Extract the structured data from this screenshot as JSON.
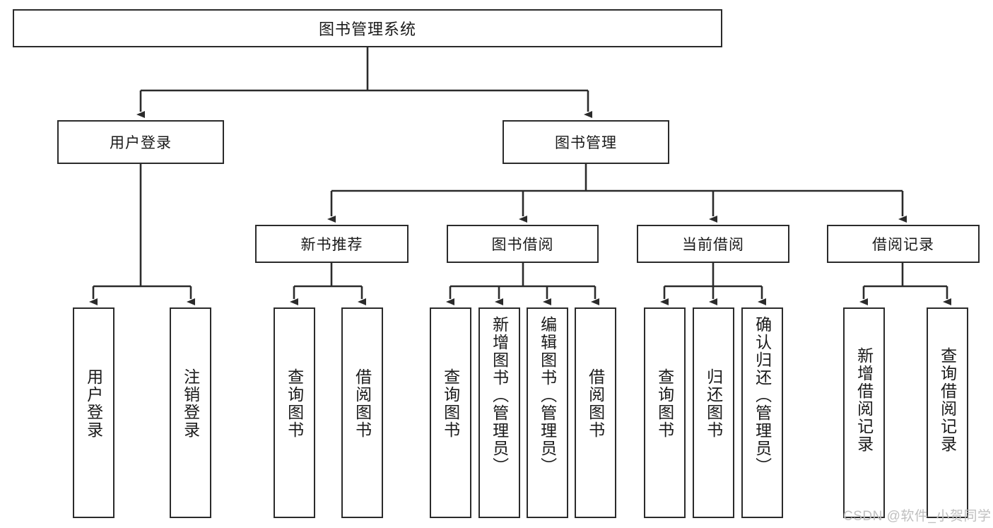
{
  "diagram": {
    "title": "图书管理系统",
    "type": "tree-hierarchy",
    "watermark": "CSDN @软件_小贺同学",
    "colors": {
      "stroke": "#2b2b2b",
      "fill": "#ffffff",
      "text": "#1a1a1a",
      "watermark": "#bfbfbf"
    },
    "nodes": {
      "root": {
        "label": "图书管理系统"
      },
      "level2": [
        {
          "id": "user-login",
          "label": "用户登录"
        },
        {
          "id": "book-manage",
          "label": "图书管理"
        }
      ],
      "level3": [
        {
          "id": "new-book-recommend",
          "label": "新书推荐"
        },
        {
          "id": "book-borrow",
          "label": "图书借阅"
        },
        {
          "id": "current-borrow",
          "label": "当前借阅"
        },
        {
          "id": "borrow-record",
          "label": "借阅记录"
        }
      ],
      "leaves": {
        "user-login": [
          {
            "id": "leaf-user-login",
            "label": "用户登录"
          },
          {
            "id": "leaf-logout",
            "label": "注销登录"
          }
        ],
        "new-book-recommend": [
          {
            "id": "leaf-query-book-1",
            "label": "查询图书"
          },
          {
            "id": "leaf-borrow-book-1",
            "label": "借阅图书"
          }
        ],
        "book-borrow": [
          {
            "id": "leaf-query-book-2",
            "label": "查询图书"
          },
          {
            "id": "leaf-add-book",
            "label": "新增图书（管理员）"
          },
          {
            "id": "leaf-edit-book",
            "label": "编辑图书（管理员）"
          },
          {
            "id": "leaf-borrow-book-2",
            "label": "借阅图书"
          }
        ],
        "current-borrow": [
          {
            "id": "leaf-query-book-3",
            "label": "查询图书"
          },
          {
            "id": "leaf-return-book",
            "label": "归还图书"
          },
          {
            "id": "leaf-confirm-return",
            "label": "确认归还（管理员）"
          }
        ],
        "borrow-record": [
          {
            "id": "leaf-add-record",
            "label": "新增借阅记录"
          },
          {
            "id": "leaf-query-record",
            "label": "查询借阅记录"
          }
        ]
      }
    }
  }
}
